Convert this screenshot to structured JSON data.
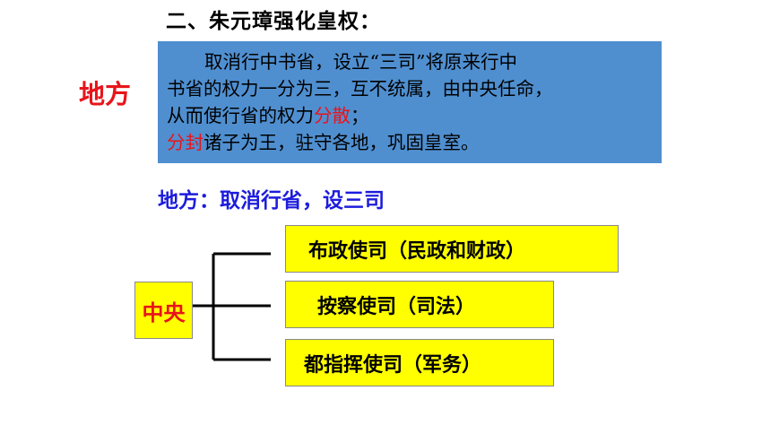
{
  "heading": "二、朱元璋强化皇权：",
  "side_label": "地方",
  "box": {
    "line1": "取消行中书省，设立“三司”将原来行中",
    "line2": "书省的权力一分为三，互不统属，由中央任命，",
    "line3_pre": "从而使行省的权力",
    "line3_red": "分散",
    "line3_post": "；",
    "line4_red": "分封",
    "line4_post": "诸子为王，驻守各地，巩固皇室。"
  },
  "subheading": "地方：取消行省，设三司",
  "diagram": {
    "center": "中央",
    "branches": [
      "布政使司（民政和财政）",
      "按察使司（司法）",
      "都指挥使司（军务）"
    ]
  },
  "colors": {
    "red": "#e8141b",
    "blue_text": "#1c1cdc",
    "box_blue": "#4f8fd0",
    "yellow": "#ffff00"
  }
}
